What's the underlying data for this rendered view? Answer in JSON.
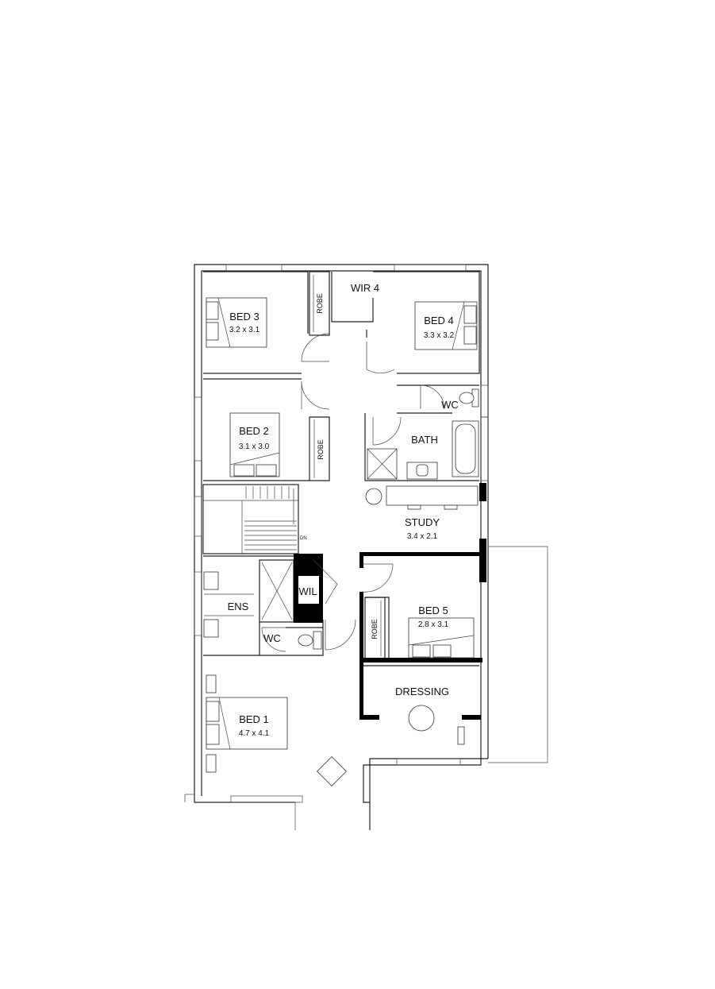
{
  "rooms": {
    "bed3": {
      "name": "BED 3",
      "dims": "3.2 x 3.1"
    },
    "bed4": {
      "name": "BED 4",
      "dims": "3.3 x 3.2"
    },
    "bed2": {
      "name": "BED 2",
      "dims": "3.1 x 3.0"
    },
    "bed5": {
      "name": "BED 5",
      "dims": "2.8 x 3.1"
    },
    "bed1": {
      "name": "BED 1",
      "dims": "4.7 x 4.1"
    },
    "study": {
      "name": "STUDY",
      "dims": "3.4 x 2.1"
    },
    "wir4": {
      "name": "WIR 4"
    },
    "wc_upper": {
      "name": "WC"
    },
    "bath": {
      "name": "BATH"
    },
    "ens": {
      "name": "ENS"
    },
    "wil": {
      "name": "WIL"
    },
    "wc_ens": {
      "name": "WC"
    },
    "dressing": {
      "name": "DRESSING"
    }
  },
  "robes": {
    "bed3": "ROBE",
    "bed2": "ROBE",
    "bed5": "ROBE"
  },
  "stair": {
    "direction": "DN"
  }
}
